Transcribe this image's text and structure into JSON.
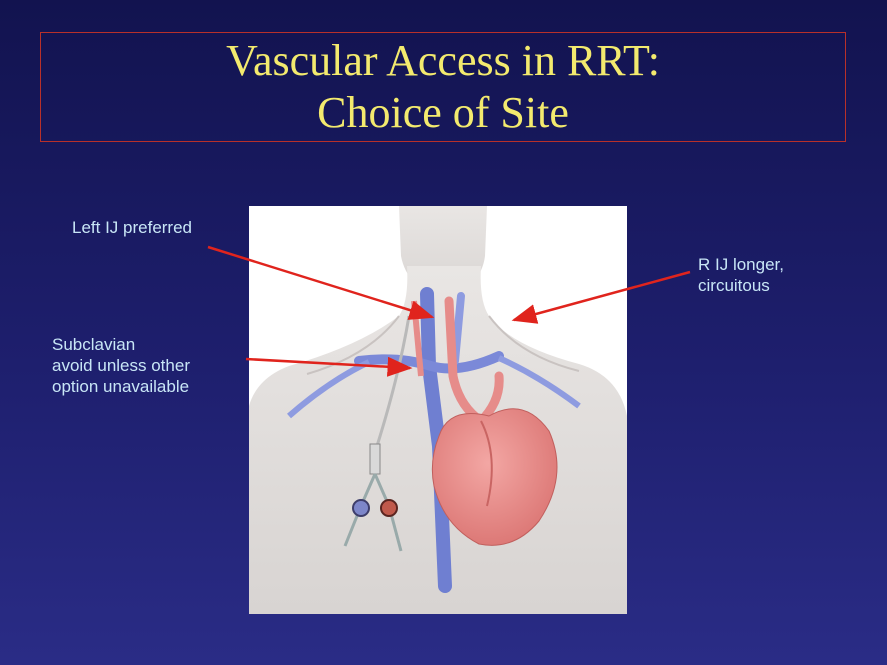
{
  "slide": {
    "title_line1": "Vascular Access in RRT:",
    "title_line2": "Choice of Site"
  },
  "labels": {
    "left_ij": "Left IJ preferred",
    "right_ij_line1": "R IJ longer,",
    "right_ij_line2": "circuitous",
    "subclavian_line1": "Subclavian",
    "subclavian_line2": "avoid unless other",
    "subclavian_line3": "option unavailable"
  },
  "colors": {
    "background": "#1e1f6e",
    "title_text": "#f3ea6e",
    "title_border": "#b8302a",
    "label_text": "#c8e6f6",
    "arrow": "#e0241d"
  }
}
